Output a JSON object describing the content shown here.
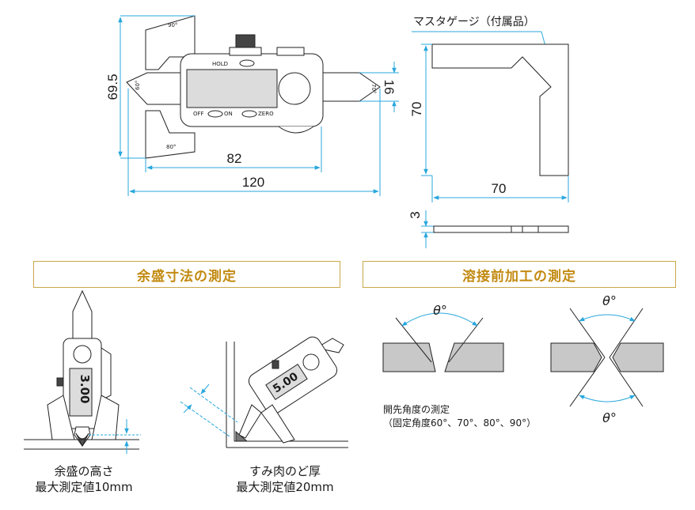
{
  "top_diagram": {
    "dim_height": "69.5",
    "dim_jaw": "16",
    "dim_width_inner": "82",
    "dim_width_total": "120",
    "hold_label": "HOLD",
    "off_label": "OFF",
    "on_label": "ON",
    "zero_label": "ZERO",
    "angle_90": "90°",
    "angle_80": "80°",
    "angle_60": "60°",
    "angle_70": "70°"
  },
  "master_gauge": {
    "title": "マスタゲージ（付属品）",
    "dim_height": "70",
    "dim_width": "70",
    "dim_thickness": "3"
  },
  "sections": {
    "left_title": "余盛寸法の測定",
    "right_title": "溶接前加工の測定"
  },
  "left_examples": {
    "display_1": "3.00",
    "display_2": "5.00",
    "caption_1_line1": "余盛の高さ",
    "caption_1_line2": "最大測定値10mm",
    "caption_2_line1": "すみ肉のど厚",
    "caption_2_line2": "最大測定値20mm"
  },
  "right_examples": {
    "theta": "θ°",
    "note_line1": "開先角度の測定",
    "note_line2": "（固定角度60°、70°、80°、90°）"
  },
  "colors": {
    "dimension": "#29a7dd",
    "section_border": "#c8a84a",
    "section_title": "#c28a10",
    "plate_fill": "#c8c8c8",
    "display_fill": "#dcdcdc"
  }
}
